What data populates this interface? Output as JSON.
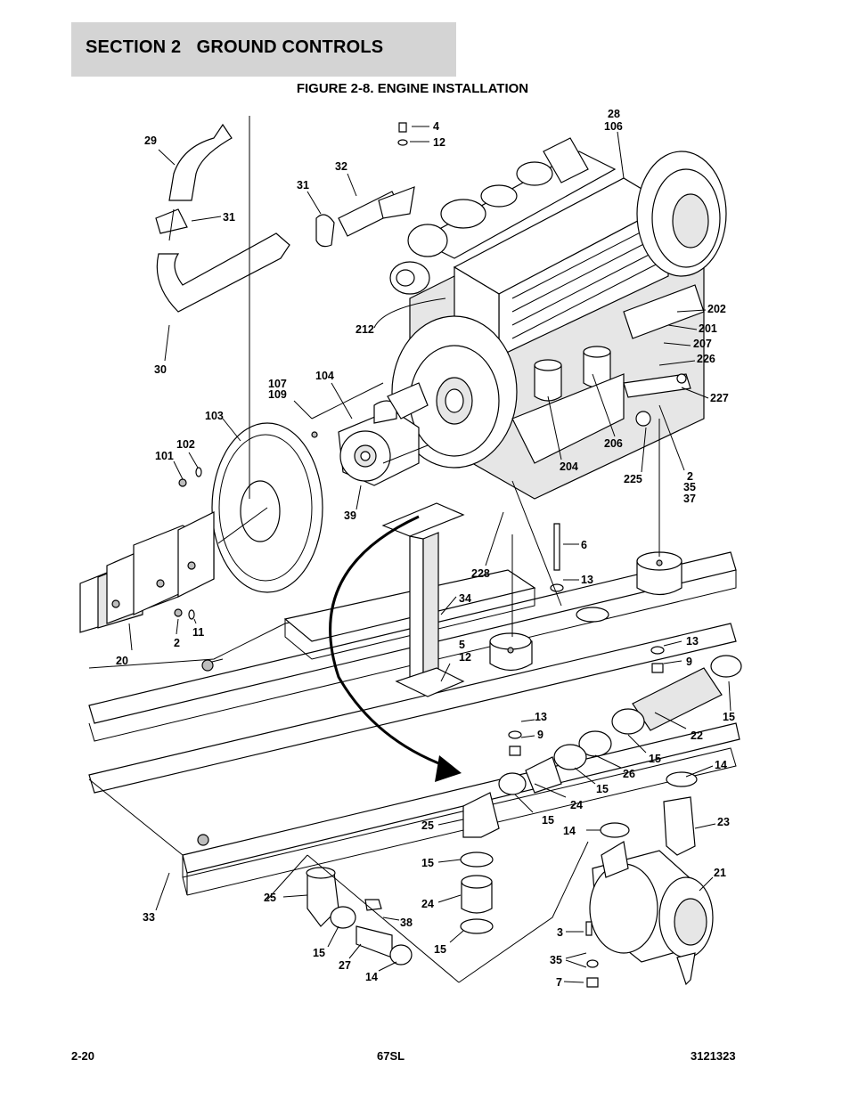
{
  "header": {
    "section_title": "SECTION 2   GROUND CONTROLS",
    "figure_title": "FIGURE 2-8. ENGINE INSTALLATION"
  },
  "callouts": [
    "4",
    "12",
    "28",
    "106",
    "29",
    "32",
    "31",
    "31",
    "30",
    "212",
    "202",
    "201",
    "207",
    "226",
    "227",
    "107",
    "109",
    "104",
    "103",
    "102",
    "101",
    "39",
    "204",
    "206",
    "225",
    "2",
    "35",
    "37",
    "6",
    "13",
    "228",
    "34",
    "20",
    "2",
    "11",
    "5",
    "12",
    "13",
    "9",
    "15",
    "22",
    "13",
    "9",
    "15",
    "26",
    "14",
    "15",
    "24",
    "23",
    "25",
    "15",
    "14",
    "21",
    "15",
    "24",
    "25",
    "38",
    "15",
    "27",
    "14",
    "15",
    "3",
    "35",
    "7",
    "33"
  ],
  "footer": {
    "page": "2-20",
    "model": "67SL",
    "doc_number": "3121323"
  },
  "colors": {
    "header_bar": "#d4d4d4"
  }
}
